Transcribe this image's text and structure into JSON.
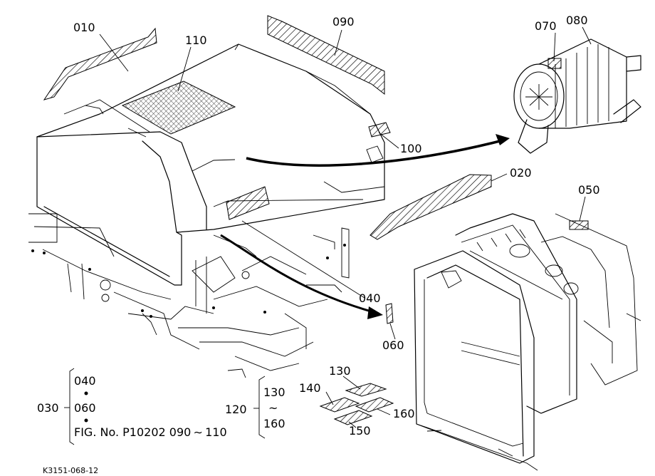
{
  "callouts": {
    "c010": "010",
    "c020": "020",
    "c050": "050",
    "c060": "060",
    "c070": "070",
    "c080": "080",
    "c090": "090",
    "c100": "100",
    "c110": "110",
    "c040": "040",
    "c130": "130",
    "c140": "140",
    "c150": "150",
    "c160": "160"
  },
  "set_030": {
    "label": "030",
    "item1": "040",
    "item2": "060",
    "reference": "FIG. No. P10202  090 ∼ 110"
  },
  "set_120": {
    "label": "120",
    "from": "130",
    "tilde": "~",
    "to": "160"
  },
  "drawing_code": "K3151-068-12"
}
